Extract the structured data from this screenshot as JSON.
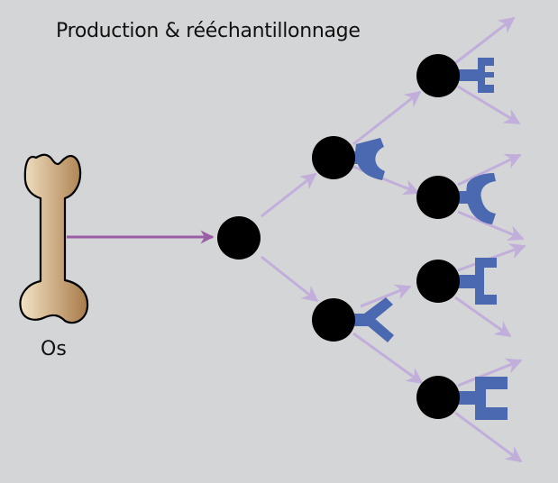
{
  "diagram": {
    "title": "Production & rééchantillonnage",
    "source_label": "Os",
    "colors": {
      "background": "#d4d5d7",
      "cell": "#000000",
      "receptor": "#4a69b0",
      "main_arrow": "#9b5ea6",
      "branch_arrow": "#c2aedb",
      "bone_light": "#f3e3c6",
      "bone_dark": "#a87a48"
    },
    "nodes": [
      {
        "id": "root",
        "level": 1,
        "receptor": "none"
      },
      {
        "id": "l2-top",
        "level": 2,
        "receptor": "crescent"
      },
      {
        "id": "l2-bottom",
        "level": 2,
        "receptor": "y-shape"
      },
      {
        "id": "l3-1",
        "level": 3,
        "receptor": "e-shape"
      },
      {
        "id": "l3-2",
        "level": 3,
        "receptor": "crescent"
      },
      {
        "id": "l3-3",
        "level": 3,
        "receptor": "bracket"
      },
      {
        "id": "l3-4",
        "level": 3,
        "receptor": "wide-bracket"
      }
    ],
    "edges": [
      {
        "from": "bone",
        "to": "root",
        "type": "main"
      },
      {
        "from": "root",
        "to": "l2-top",
        "type": "branch"
      },
      {
        "from": "root",
        "to": "l2-bottom",
        "type": "branch"
      },
      {
        "from": "l2-top",
        "to": "l3-1",
        "type": "branch"
      },
      {
        "from": "l2-top",
        "to": "l3-2",
        "type": "branch"
      },
      {
        "from": "l2-bottom",
        "to": "l3-3",
        "type": "branch"
      },
      {
        "from": "l2-bottom",
        "to": "l3-4",
        "type": "branch"
      },
      {
        "from": "l3-1",
        "to": "out",
        "type": "branch"
      },
      {
        "from": "l3-1",
        "to": "out",
        "type": "branch"
      },
      {
        "from": "l3-2",
        "to": "out",
        "type": "branch"
      },
      {
        "from": "l3-2",
        "to": "out",
        "type": "branch"
      },
      {
        "from": "l3-3",
        "to": "out",
        "type": "branch"
      },
      {
        "from": "l3-3",
        "to": "out",
        "type": "branch"
      },
      {
        "from": "l3-4",
        "to": "out",
        "type": "branch"
      },
      {
        "from": "l3-4",
        "to": "out",
        "type": "branch"
      }
    ]
  }
}
